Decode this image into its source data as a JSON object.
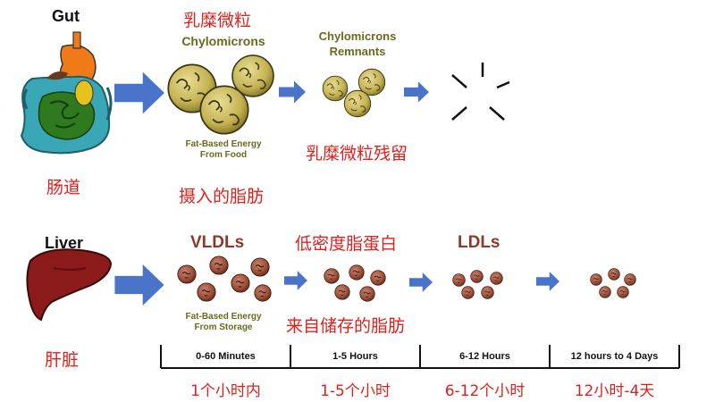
{
  "gut": {
    "title": "Gut",
    "cn_label": "肠道"
  },
  "chylomicrons": {
    "cn_title": "乳糜微粒",
    "title": "Chylomicrons",
    "caption_line1": "Fat-Based Energy",
    "caption_line2": "From Food",
    "cn_caption": "摄入的脂肪"
  },
  "remnants": {
    "title_line1": "Chylomicrons",
    "title_line2": "Remnants",
    "cn_label": "乳糜微粒残留"
  },
  "liver": {
    "title": "Liver",
    "cn_label": "肝脏"
  },
  "vldl": {
    "title": "VLDLs",
    "caption_line1": "Fat-Based Energy",
    "caption_line2": "From Storage",
    "cn_caption": "来自储存的脂肪"
  },
  "idl": {
    "cn_title": "低密度脂蛋白"
  },
  "ldl": {
    "title": "LDLs"
  },
  "timeline": {
    "segments": [
      {
        "label": "0-60 Minutes",
        "cn": "1个小时内"
      },
      {
        "label": "1-5 Hours",
        "cn": "1-5个小时"
      },
      {
        "label": "6-12 Hours",
        "cn": "6-12个小时"
      },
      {
        "label": "12 hours to 4 Days",
        "cn": "12小时-4天"
      }
    ]
  },
  "colors": {
    "arrow": "#4a74c9",
    "chylo_fill": "#c9b95a",
    "ldl_fill": "#a0523d",
    "cn_text": "#e0201c",
    "liver": "#8b1a1a"
  },
  "icons": [
    "gut-organs-icon",
    "liver-icon",
    "burst-icon"
  ]
}
